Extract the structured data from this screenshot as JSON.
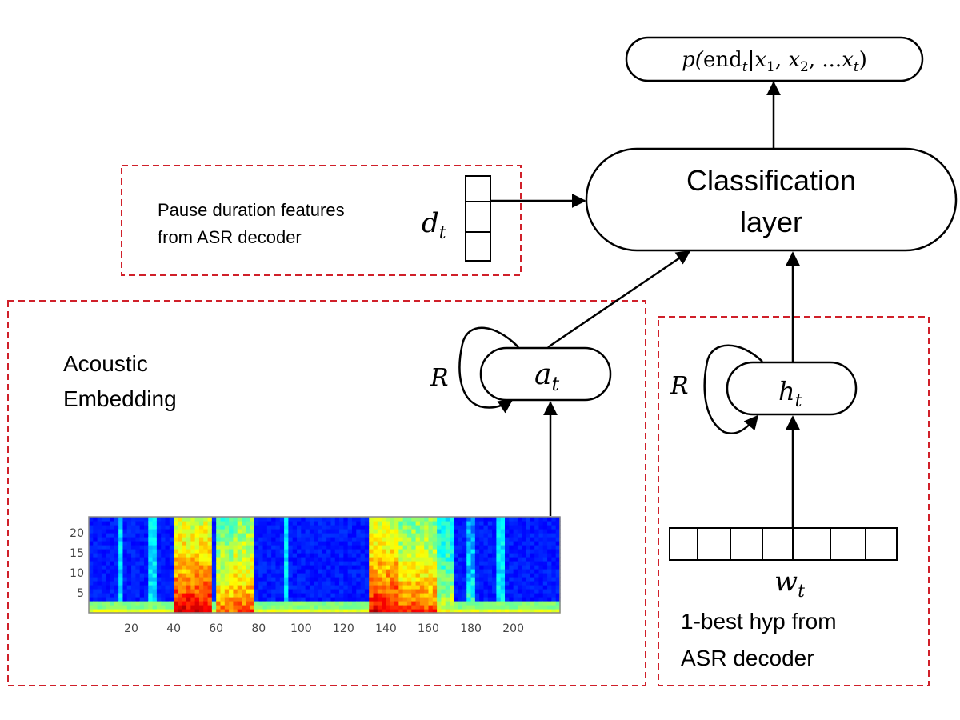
{
  "output_node": {
    "prefix": "p(",
    "func": "end",
    "func_sub": "t",
    "bar": "|",
    "x": "x",
    "x1_sub": "1",
    "x2_sub": "2",
    "ellipsis": ", ...",
    "xt_sub": "t",
    "close": ")",
    "comma": ", "
  },
  "classification": {
    "line1": "Classification",
    "line2": "layer"
  },
  "pause_box": {
    "line1": "Pause duration features",
    "line2": "from ASR decoder",
    "var": "d",
    "var_sub": "t"
  },
  "acoustic_box": {
    "line1": "Acoustic",
    "line2": "Embedding",
    "recurrence_label": "R",
    "node_var": "a",
    "node_sub": "t"
  },
  "hyp_box": {
    "recurrence_label": "R",
    "node_var": "h",
    "node_sub": "t",
    "word_var": "w",
    "word_sub": "t",
    "line1": "1-best hyp from",
    "line2": "ASR decoder"
  },
  "spectrogram": {
    "y_ticks": [
      "20",
      "15",
      "10",
      "5"
    ],
    "y_tick_values": [
      20,
      15,
      10,
      5
    ],
    "y_range": [
      0,
      24
    ],
    "x_ticks": [
      "20",
      "40",
      "60",
      "80",
      "100",
      "120",
      "140",
      "160",
      "180",
      "200"
    ],
    "x_tick_values": [
      20,
      40,
      60,
      80,
      100,
      120,
      140,
      160,
      180,
      200
    ],
    "x_range": [
      0,
      222
    ],
    "colormap": "jet"
  },
  "colors": {
    "dashed_border": "#d0202a",
    "stroke": "#000000"
  }
}
